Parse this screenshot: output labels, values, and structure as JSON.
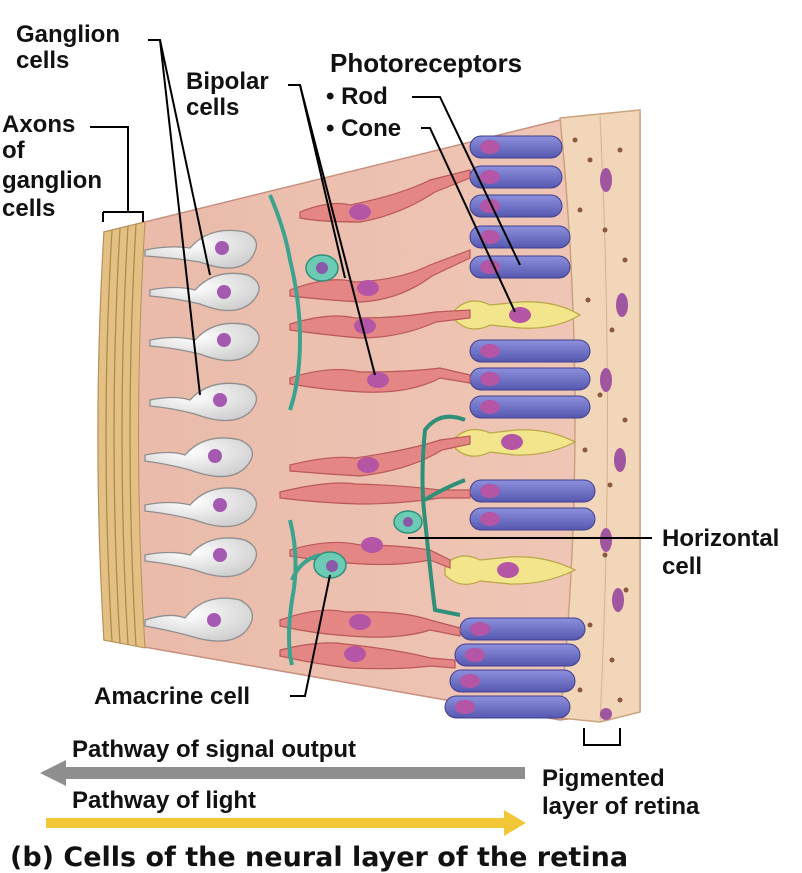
{
  "labels": {
    "ganglion_cells": [
      "Ganglion",
      "cells"
    ],
    "bipolar_cells": [
      "Bipolar",
      "cells"
    ],
    "axons": [
      "Axons",
      "of",
      "ganglion",
      "cells"
    ],
    "photoreceptors": "Photoreceptors",
    "rod": "• Rod",
    "cone": "• Cone",
    "horizontal_cell": [
      "Horizontal",
      "cell"
    ],
    "amacrine_cell": "Amacrine cell",
    "pigmented": [
      "Pigmented",
      "layer of retina"
    ],
    "pathway_output": "Pathway of signal output",
    "pathway_light": "Pathway of light"
  },
  "caption": "(b) Cells of the neural layer of the retina",
  "colors": {
    "tissue": "#e8b7a8",
    "axon_band": "#e5c48a",
    "ganglion": "#eeeeee",
    "bipolar": "#e58a86",
    "amacrine": "#5fbfaa",
    "rod": "#6f72c7",
    "cone": "#f1e48a",
    "pigment": "#f0d5b8",
    "nucleus": "#b75aa3",
    "arrow_output": "#8b8b8b",
    "arrow_light": "#f2c737"
  }
}
